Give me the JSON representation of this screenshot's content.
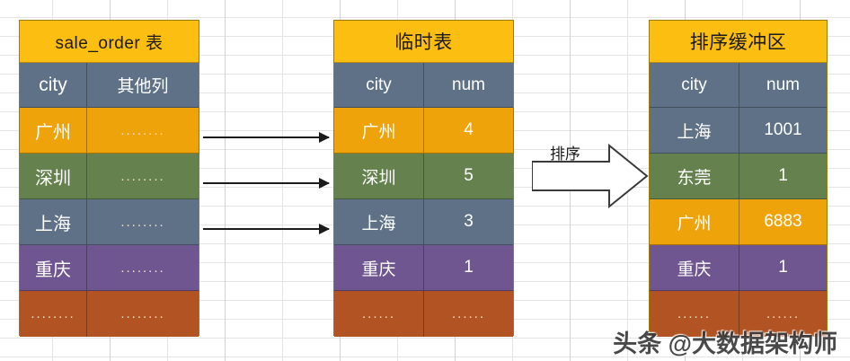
{
  "diagram": {
    "sort_arrow_label": "排序",
    "watermark": "头条 @大数据架构师",
    "colors": {
      "title_bg": "#fdbe12",
      "header_bg": "#5f7187",
      "orange": "#efa30b",
      "green": "#64814e",
      "blue": "#5f7187",
      "purple": "#6f5690",
      "brown": "#b15322"
    }
  },
  "tables": [
    {
      "title": "sale_order 表",
      "columns": [
        "city",
        "其他列"
      ],
      "rows": [
        {
          "city": "广州",
          "value": "........",
          "color": "orange"
        },
        {
          "city": "深圳",
          "value": "........",
          "color": "green"
        },
        {
          "city": "上海",
          "value": "........",
          "color": "blue"
        },
        {
          "city": "重庆",
          "value": "........",
          "color": "purple"
        },
        {
          "city": "........",
          "value": "........",
          "color": "brown"
        }
      ]
    },
    {
      "title": "临时表",
      "columns": [
        "city",
        "num"
      ],
      "rows": [
        {
          "city": "广州",
          "value": "4",
          "color": "orange"
        },
        {
          "city": "深圳",
          "value": "5",
          "color": "green"
        },
        {
          "city": "上海",
          "value": "3",
          "color": "blue"
        },
        {
          "city": "重庆",
          "value": "1",
          "color": "purple"
        },
        {
          "city": "......",
          "value": "......",
          "color": "brown"
        }
      ]
    },
    {
      "title": "排序缓冲区",
      "columns": [
        "city",
        "num"
      ],
      "rows": [
        {
          "city": "上海",
          "value": "1001",
          "color": "blue"
        },
        {
          "city": "东莞",
          "value": "1",
          "color": "green"
        },
        {
          "city": "广州",
          "value": "6883",
          "color": "orange"
        },
        {
          "city": "重庆",
          "value": "1",
          "color": "purple"
        },
        {
          "city": "......",
          "value": "......",
          "color": "brown"
        }
      ]
    }
  ],
  "arrows": [
    {
      "name": "arrow-guangzhou"
    },
    {
      "name": "arrow-shenzhen"
    },
    {
      "name": "arrow-shanghai"
    }
  ]
}
